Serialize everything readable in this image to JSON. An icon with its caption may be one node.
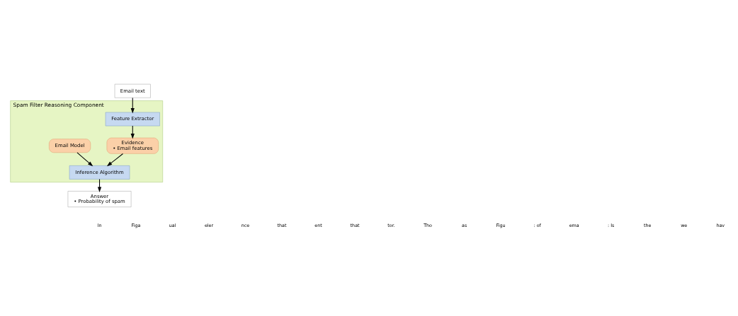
{
  "diagram": {
    "nodes": [
      {
        "text": [
          "Spam Filter Reasoning Component"
        ]
      },
      {
        "text": [
          "Email text"
        ]
      },
      {
        "text": [
          "Feature Extractor"
        ],
        "in": 0
      },
      {
        "text": [
          "Email Model"
        ],
        "in": 0
      },
      {
        "text": [
          "Evidence",
          "• Email features"
        ],
        "in": 0
      },
      {
        "text": [
          "Inference Algorithm"
        ],
        "in": 0
      },
      {
        "text": [
          "Answer",
          "• Probability of spam"
        ]
      }
    ],
    "edges": [
      {
        "from": 1,
        "to": 2,
        "arrow": "to"
      },
      {
        "from": 2,
        "to": 4,
        "arrow": "to"
      },
      {
        "from": 3,
        "to": 5,
        "arrow": "to"
      },
      {
        "from": 4,
        "to": 5,
        "arrow": "to"
      },
      {
        "from": 5,
        "to": 6,
        "arrow": "to"
      }
    ],
    "labels": [
      "In",
      "Figa",
      "ual",
      "eler",
      "nce",
      "that",
      "ent",
      "that",
      "tor.",
      "Tho",
      "as",
      "Figu",
      ": of",
      "ema",
      ": Is",
      "the",
      "we",
      "hav"
    ]
  }
}
